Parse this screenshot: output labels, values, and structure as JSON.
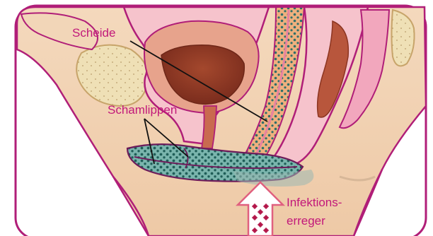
{
  "labels": {
    "scheide": "Scheide",
    "schamlippen": "Schamlippen",
    "infektionserreger_line1": "Infektions-",
    "infektionserreger_line2": "erreger"
  },
  "colors": {
    "outline": "#b01e78",
    "skin": "#f6dcbf",
    "pink_tissue": "#f2a7bd",
    "inner_organ": "#b8563c",
    "tissue_light": "#e9b38f",
    "vaginal_wall": "#f1d4b4",
    "dots_orange": "#e58a2b",
    "dots_teal": "#2f7f77",
    "germ": "#b3174a",
    "label": "#c2187a"
  }
}
